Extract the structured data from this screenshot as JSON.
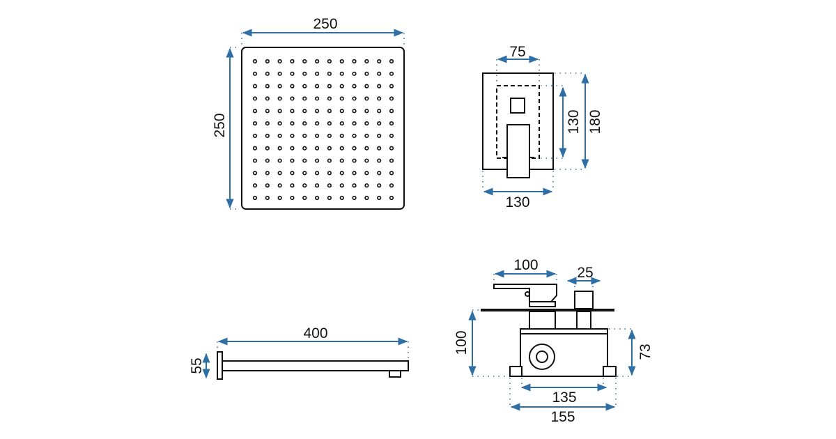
{
  "colors": {
    "dimension": "#2e6fa6",
    "outline": "#111111"
  },
  "shower_head": {
    "width_label": "250",
    "height_label": "250",
    "nozzle_rows": 12,
    "nozzle_cols": 12
  },
  "valve_front": {
    "inner_width_label": "75",
    "inner_height_label": "130",
    "outer_height_label": "180",
    "outer_width_label": "130"
  },
  "shower_arm": {
    "length_label": "400",
    "height_label": "55"
  },
  "valve_side": {
    "handle_label": "100",
    "knob_label": "25",
    "depth_label": "100",
    "box_height_label": "73",
    "box_width_label": "135",
    "overall_width_label": "155"
  }
}
